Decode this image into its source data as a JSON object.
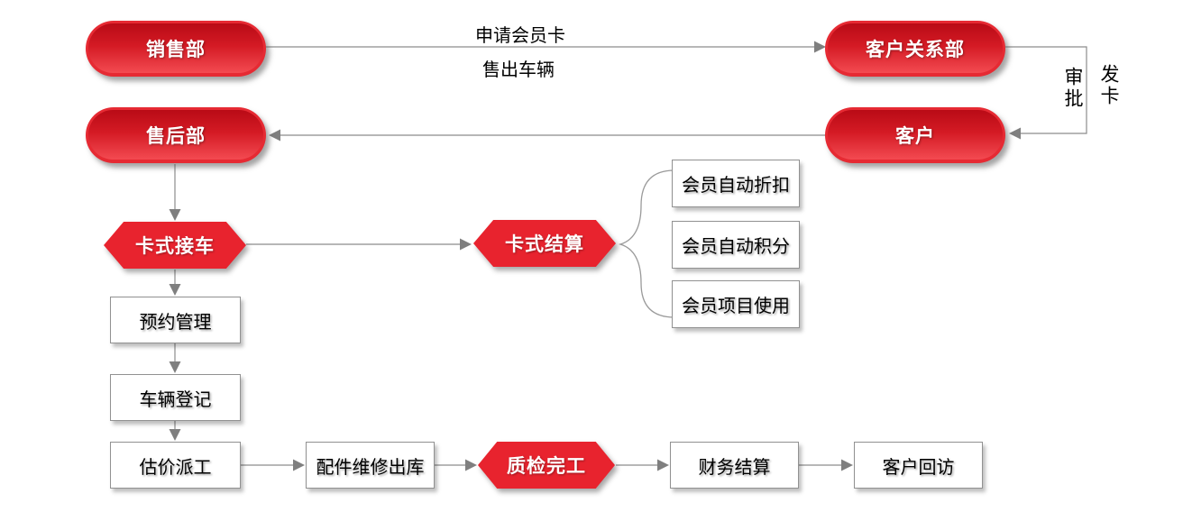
{
  "diagram": {
    "title": "card membership service flowchart",
    "background": "#ffffff"
  },
  "colors": {
    "red_primary": "#e8232e",
    "red_gradient_top": "#b90b16",
    "red_gradient_bottom": "#f34a51",
    "line_gray": "#8c8c8c",
    "arrow_gray": "#7f7f7f",
    "box_border_gray": "#919191",
    "text_white": "#ffffff",
    "text_black": "#000000"
  },
  "nodes": {
    "sales": {
      "label": "销售部",
      "shape": "pill"
    },
    "crm": {
      "label": "客户关系部",
      "shape": "pill"
    },
    "aftersales": {
      "label": "售后部",
      "shape": "pill"
    },
    "customer": {
      "label": "客户",
      "shape": "pill"
    },
    "card_reception": {
      "label": "卡式接车",
      "shape": "hexagon"
    },
    "card_settlement": {
      "label": "卡式结算",
      "shape": "hexagon"
    },
    "qc_done": {
      "label": "质检完工",
      "shape": "hexagon"
    },
    "member_discount": {
      "label": "会员自动折扣",
      "shape": "box"
    },
    "member_points": {
      "label": "会员自动积分",
      "shape": "box"
    },
    "member_usage": {
      "label": "会员项目使用",
      "shape": "box"
    },
    "appointment": {
      "label": "预约管理",
      "shape": "box"
    },
    "registration": {
      "label": "车辆登记",
      "shape": "box"
    },
    "dispatch": {
      "label": "估价派工",
      "shape": "box"
    },
    "parts_out": {
      "label": "配件维修出库",
      "shape": "box"
    },
    "finance": {
      "label": "财务结算",
      "shape": "box"
    },
    "followup": {
      "label": "客户回访",
      "shape": "box"
    }
  },
  "edge_labels": {
    "apply_card": "申请会员卡",
    "sell_vehicle": "售出车辆",
    "approve": "审批",
    "issue_card": "发卡"
  }
}
